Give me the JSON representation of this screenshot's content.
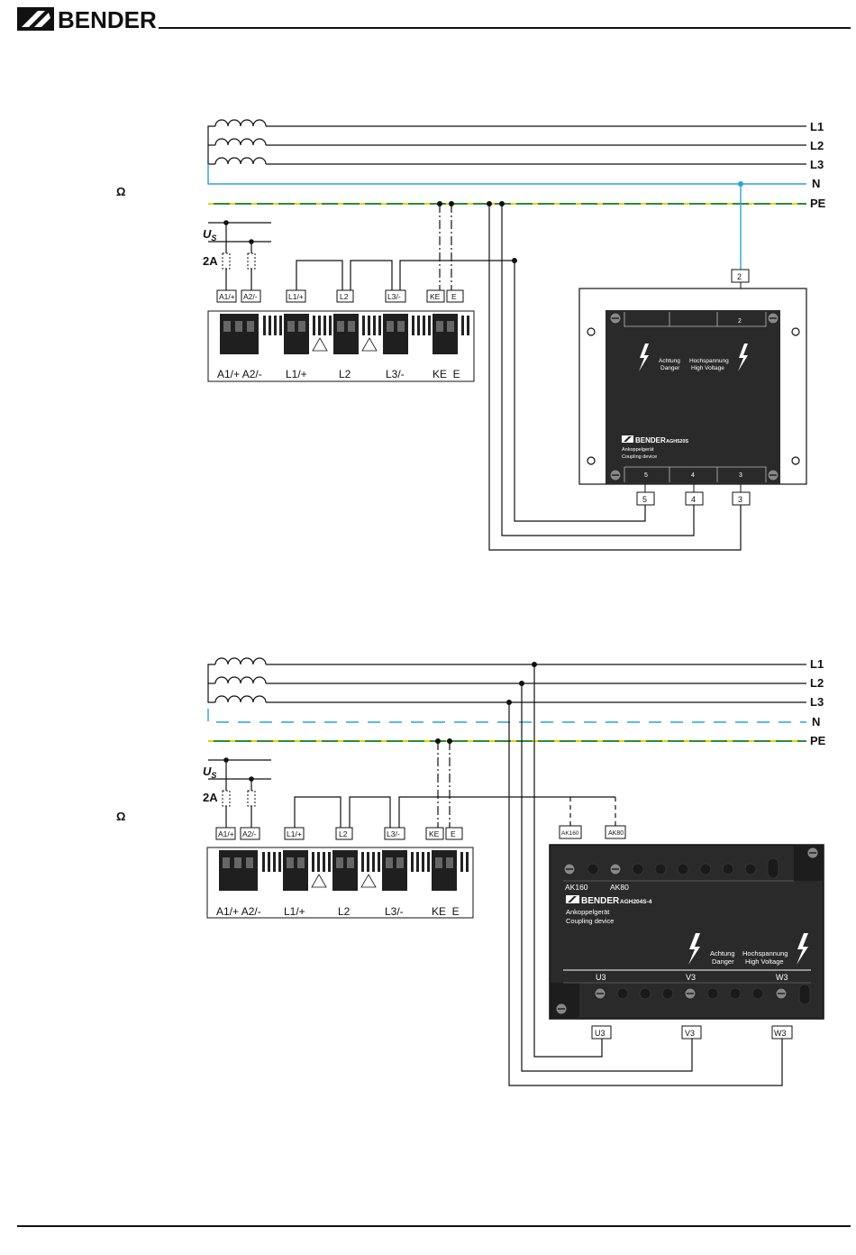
{
  "brand": {
    "name": "BENDER"
  },
  "colors": {
    "neutral": "#29a3db",
    "pe_green": "#2e8b3a",
    "pe_yellow": "#e6d200",
    "device": "#2a2a2a"
  },
  "figure1": {
    "omega": "Ω",
    "lines": {
      "l1": "L1",
      "l2": "L2",
      "l3": "L3",
      "n": "N",
      "pe": "PE"
    },
    "supply": {
      "us": "U",
      "us_sub": "S",
      "fuse": "2A"
    },
    "term_boxes": {
      "a1": "A1/+",
      "a2": "A2/-",
      "l1": "L1/+",
      "l2": "L2",
      "l3": "L3/-",
      "ke": "KE",
      "e": "E"
    },
    "strip_labels": {
      "a1a2": "A1/+ A2/-",
      "l1": "L1/+",
      "l2": "L2",
      "l3": "L3/-",
      "kee": "KE  E"
    },
    "coupler": {
      "top_terminal": "2",
      "inner_top": "2",
      "inner_bottom": [
        "5",
        "4",
        "3"
      ],
      "warn_de": "Achtung",
      "warn_en": "Danger",
      "hv_de": "Hochspannung",
      "hv_en": "High Voltage",
      "brand": "BENDER",
      "model": "AGH520S",
      "desc_de": "Ankoppelgerät",
      "desc_en": "Coupling device",
      "bottom_terminals": [
        "5",
        "4",
        "3"
      ]
    }
  },
  "figure2": {
    "omega": "Ω",
    "lines": {
      "l1": "L1",
      "l2": "L2",
      "l3": "L3",
      "n": "N",
      "pe": "PE"
    },
    "supply": {
      "us": "U",
      "us_sub": "S",
      "fuse": "2A"
    },
    "term_boxes": {
      "a1": "A1/+",
      "a2": "A2/-",
      "l1": "L1/+",
      "l2": "L2",
      "l3": "L3/-",
      "ke": "KE",
      "e": "E"
    },
    "strip_labels": {
      "a1a2": "A1/+ A2/-",
      "l1": "L1/+",
      "l2": "L2",
      "l3": "L3/-",
      "kee": "KE  E"
    },
    "coupler": {
      "ak_boxes": [
        "AK160",
        "AK80"
      ],
      "ak_labels": [
        "AK160",
        "AK80"
      ],
      "brand": "BENDER",
      "model": "AGH204S-4",
      "desc_de": "Ankoppelgerät",
      "desc_en": "Coupling device",
      "warn_de": "Achtung",
      "warn_en": "Danger",
      "hv_de": "Hochspannung",
      "hv_en": "High Voltage",
      "phase_labels": [
        "U3",
        "V3",
        "W3"
      ],
      "bottom_terminals": [
        "U3",
        "V3",
        "W3"
      ]
    }
  }
}
